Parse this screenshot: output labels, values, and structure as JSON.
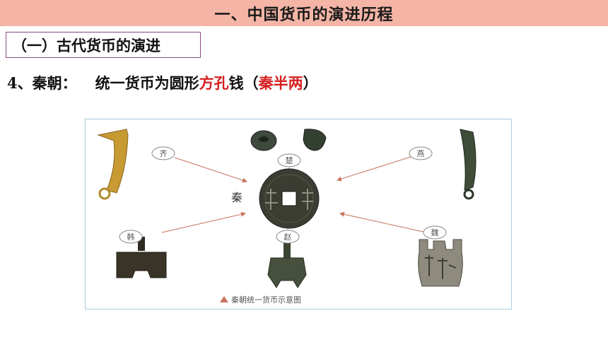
{
  "header": {
    "title": "一、中国货币的演进历程"
  },
  "section": {
    "heading": "（一）古代货币的演进"
  },
  "point": {
    "num": "4、秦朝：",
    "pre": "统一货币为圆形",
    "hl1": "方孔",
    "mid": "钱（",
    "hl2": "秦半两",
    "post": "）"
  },
  "figure": {
    "states": {
      "qi": "齐",
      "chu": "楚",
      "yan": "燕",
      "qin": "秦",
      "han": "韩",
      "zhao": "赵",
      "wei": "魏"
    },
    "caption": "秦朝统一货币示意图"
  },
  "colors": {
    "title_bg": "#f4b5a6",
    "highlight": "#d62020",
    "frame": "#a9cde0"
  }
}
